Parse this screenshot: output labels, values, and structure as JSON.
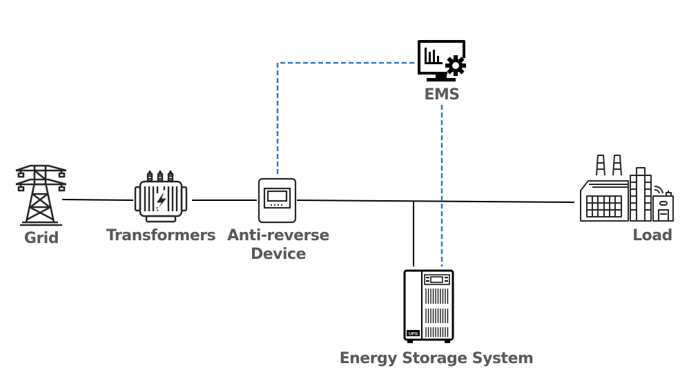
{
  "diagram": {
    "title": "",
    "colors": {
      "power_line": "#000000",
      "comm_line": "#2e75c8",
      "icon_stroke": "#262626",
      "label": "#595959"
    },
    "nodes": [
      {
        "id": "grid",
        "label": "Grid",
        "icon": "transmission-tower-icon"
      },
      {
        "id": "transformers",
        "label": "Transformers",
        "icon": "transformer-icon"
      },
      {
        "id": "anti_reverse",
        "label_line1": "Anti-reverse",
        "label_line2": "Device",
        "icon": "meter-device-icon"
      },
      {
        "id": "ems",
        "label": "EMS",
        "icon": "monitor-chart-gear-icon"
      },
      {
        "id": "load",
        "label": "Load",
        "icon": "factory-icon"
      },
      {
        "id": "ess",
        "label": "Energy Storage System",
        "icon": "ups-cabinet-icon",
        "badge": "UPS"
      }
    ],
    "edges": [
      {
        "from": "grid",
        "to": "transformers",
        "type": "power"
      },
      {
        "from": "transformers",
        "to": "anti_reverse",
        "type": "power"
      },
      {
        "from": "anti_reverse",
        "to": "load",
        "type": "power"
      },
      {
        "from": "bus",
        "to": "ess",
        "type": "power"
      },
      {
        "from": "anti_reverse",
        "to": "ems",
        "type": "communication"
      },
      {
        "from": "ems",
        "to": "ess",
        "type": "communication"
      }
    ]
  }
}
